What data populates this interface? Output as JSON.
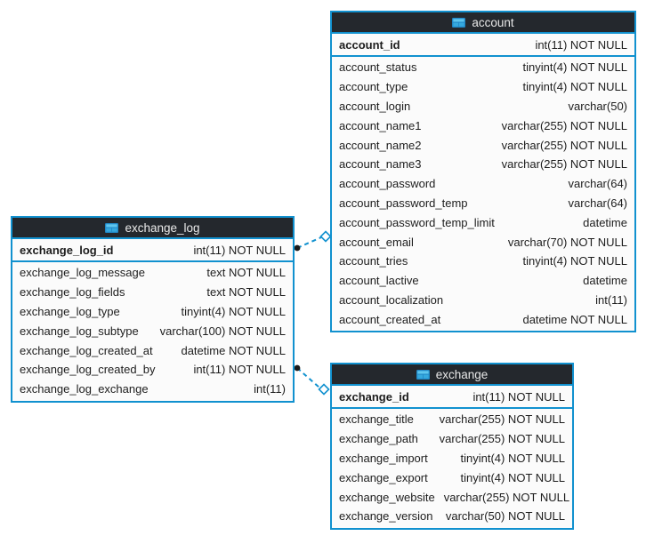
{
  "colors": {
    "accent_blue": "#1191cf",
    "header_bg": "#24282d",
    "header_text": "#e9e9e9",
    "row_bg": "#fbfbfb",
    "row_text": "#1d1d1d",
    "connector_dot": "#1a1a1a",
    "diamond_fill": "#ffffff"
  },
  "icons": {
    "table_header_icon": "table-grid-icon",
    "relation_source": "dot-icon",
    "relation_target": "diamond-icon"
  },
  "diagram": {
    "tables": [
      {
        "name": "account",
        "primary_key": {
          "name": "account_id",
          "type": "int(11) NOT NULL"
        },
        "columns": [
          {
            "name": "account_status",
            "type": "tinyint(4) NOT NULL"
          },
          {
            "name": "account_type",
            "type": "tinyint(4) NOT NULL"
          },
          {
            "name": "account_login",
            "type": "varchar(50)"
          },
          {
            "name": "account_name1",
            "type": "varchar(255) NOT NULL"
          },
          {
            "name": "account_name2",
            "type": "varchar(255) NOT NULL"
          },
          {
            "name": "account_name3",
            "type": "varchar(255) NOT NULL"
          },
          {
            "name": "account_password",
            "type": "varchar(64)"
          },
          {
            "name": "account_password_temp",
            "type": "varchar(64)"
          },
          {
            "name": "account_password_temp_limit",
            "type": "datetime"
          },
          {
            "name": "account_email",
            "type": "varchar(70) NOT NULL"
          },
          {
            "name": "account_tries",
            "type": "tinyint(4) NOT NULL"
          },
          {
            "name": "account_lactive",
            "type": "datetime"
          },
          {
            "name": "account_localization",
            "type": "int(11)"
          },
          {
            "name": "account_created_at",
            "type": "datetime NOT NULL"
          }
        ]
      },
      {
        "name": "exchange_log",
        "primary_key": {
          "name": "exchange_log_id",
          "type": "int(11) NOT NULL"
        },
        "columns": [
          {
            "name": "exchange_log_message",
            "type": "text NOT NULL"
          },
          {
            "name": "exchange_log_fields",
            "type": "text NOT NULL"
          },
          {
            "name": "exchange_log_type",
            "type": "tinyint(4) NOT NULL"
          },
          {
            "name": "exchange_log_subtype",
            "type": "varchar(100) NOT NULL"
          },
          {
            "name": "exchange_log_created_at",
            "type": "datetime NOT NULL"
          },
          {
            "name": "exchange_log_created_by",
            "type": "int(11) NOT NULL"
          },
          {
            "name": "exchange_log_exchange",
            "type": "int(11)"
          }
        ]
      },
      {
        "name": "exchange",
        "primary_key": {
          "name": "exchange_id",
          "type": "int(11) NOT NULL"
        },
        "columns": [
          {
            "name": "exchange_title",
            "type": "varchar(255) NOT NULL"
          },
          {
            "name": "exchange_path",
            "type": "varchar(255) NOT NULL"
          },
          {
            "name": "exchange_import",
            "type": "tinyint(4) NOT NULL"
          },
          {
            "name": "exchange_export",
            "type": "tinyint(4) NOT NULL"
          },
          {
            "name": "exchange_website",
            "type": "varchar(255) NOT NULL"
          },
          {
            "name": "exchange_version",
            "type": "varchar(50) NOT NULL"
          }
        ]
      }
    ],
    "relations": [
      {
        "from_table": "exchange_log",
        "to_table": "account"
      },
      {
        "from_table": "exchange_log",
        "to_table": "exchange"
      }
    ]
  }
}
